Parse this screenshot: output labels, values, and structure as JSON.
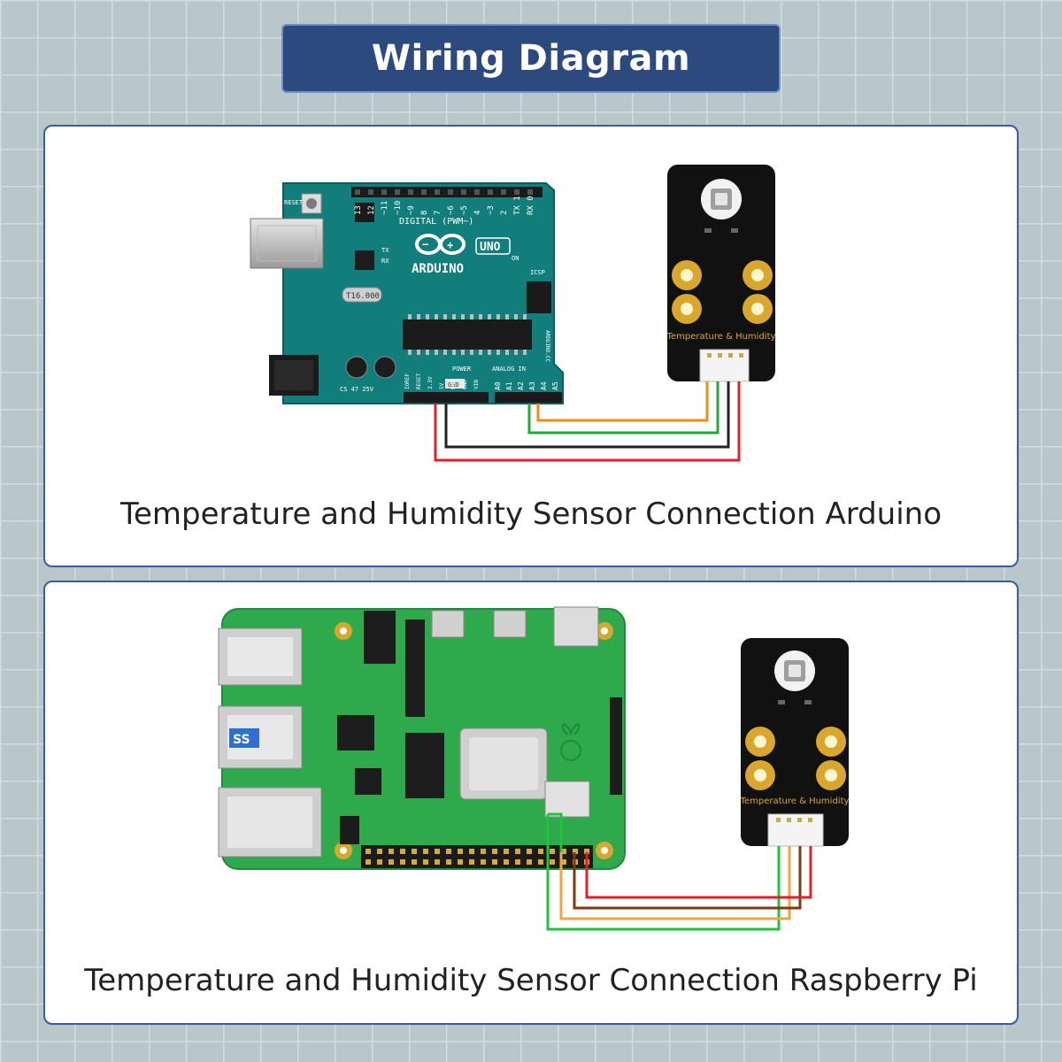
{
  "title": "Wiring Diagram",
  "arduino_panel": {
    "caption": "Temperature and Humidity Sensor Connection Arduino",
    "board": {
      "brand": "ARDUINO",
      "model": "UNO",
      "digital_label": "DIGITAL (PWM~)",
      "power_label": "POWER",
      "analog_label": "ANALOG IN",
      "gnd_label": "GND",
      "reset_label": "RESET",
      "icsp_label": "ICSP",
      "on_label": "ON",
      "tx_label": "TX",
      "rx_label": "RX",
      "crystal_label": "T16.000",
      "cap_label": "CS 47 25V",
      "site_label": "ARDUINO.CC",
      "power_pins": [
        "IOREF",
        "RESET",
        "3.3V",
        "5V",
        "GND",
        "GND",
        "VIN"
      ],
      "analog_pins": [
        "A0",
        "A1",
        "A2",
        "A3",
        "A4",
        "A5"
      ],
      "digital_pins": [
        "13",
        "12",
        "~11",
        "~10",
        "~9",
        "8",
        "7",
        "~6",
        "~5",
        "4",
        "~3",
        "2",
        "TX 1",
        "RX 0"
      ]
    },
    "sensor_label": "Temperature & Humidity",
    "wire_colors": {
      "orange": "#f08a1c",
      "green": "#22a83a",
      "black": "#222222",
      "red": "#e0202a"
    }
  },
  "rpi_panel": {
    "caption": "Temperature and Humidity Sensor Connection Raspberry Pi",
    "sensor_label": "Temperature & Humidity",
    "usb3_label": "SS",
    "wire_colors": {
      "green": "#22c23a",
      "orange": "#f2a24a",
      "brown": "#7a3a12",
      "red": "#e0202a"
    }
  },
  "colors": {
    "banner": "#2c4a7e",
    "panel_border": "#3a5aa4",
    "arduino_board": "#127e7c",
    "rpi_board": "#2eaa4c",
    "sensor_board": "#111111",
    "gold_pad": "#d9a72e"
  }
}
